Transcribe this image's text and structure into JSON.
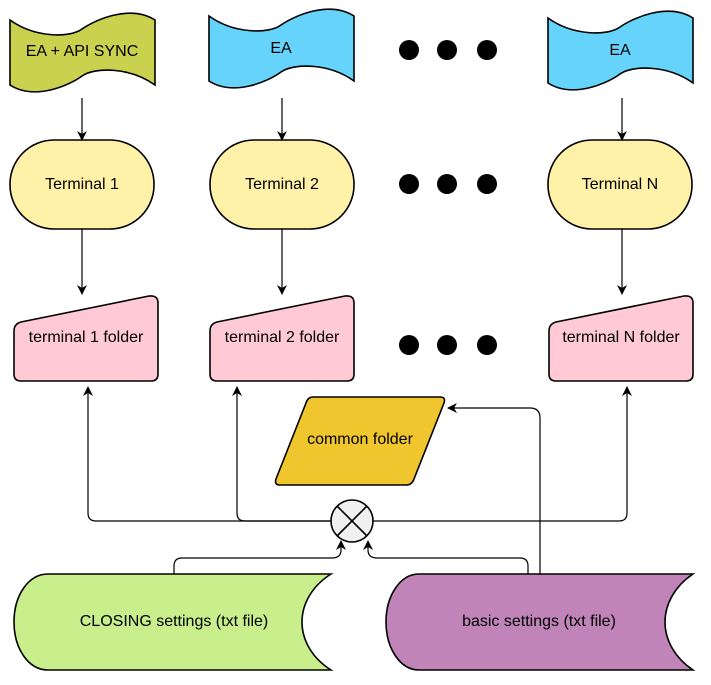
{
  "nodes": {
    "ea_api_sync": {
      "label": "EA + API SYNC",
      "fill": "#c9d14e"
    },
    "ea_2": {
      "label": "EA",
      "fill": "#66d3fa"
    },
    "ea_n": {
      "label": "EA",
      "fill": "#66d3fa"
    },
    "terminal_1": {
      "label": "Terminal 1",
      "fill": "#fff2a8"
    },
    "terminal_2": {
      "label": "Terminal 2",
      "fill": "#fff2a8"
    },
    "terminal_n": {
      "label": "Terminal N",
      "fill": "#fff2a8"
    },
    "terminal_1_folder": {
      "label": "terminal 1 folder",
      "fill": "#ffc9d6"
    },
    "terminal_2_folder": {
      "label": "terminal 2 folder",
      "fill": "#ffc9d6"
    },
    "terminal_n_folder": {
      "label": "terminal N folder",
      "fill": "#ffc9d6"
    },
    "common_folder": {
      "label": "common folder",
      "fill": "#f0c62e"
    },
    "closing_settings": {
      "label": "CLOSING settings (txt file)",
      "fill": "#c9ef8c"
    },
    "basic_settings": {
      "label": "basic settings (txt file)",
      "fill": "#c084b8"
    }
  },
  "junction": {
    "type": "or-junction",
    "fill": "#f0f0f0"
  },
  "ellipsis_rows": 3,
  "edges": [
    {
      "from": "ea_api_sync",
      "to": "terminal_1"
    },
    {
      "from": "ea_2",
      "to": "terminal_2"
    },
    {
      "from": "ea_n",
      "to": "terminal_n"
    },
    {
      "from": "terminal_1",
      "to": "terminal_1_folder"
    },
    {
      "from": "terminal_2",
      "to": "terminal_2_folder"
    },
    {
      "from": "terminal_n",
      "to": "terminal_n_folder"
    },
    {
      "from": "closing_settings",
      "to": "junction"
    },
    {
      "from": "basic_settings",
      "to": "junction"
    },
    {
      "from": "junction",
      "to": "terminal_1_folder"
    },
    {
      "from": "junction",
      "to": "terminal_2_folder"
    },
    {
      "from": "junction",
      "to": "terminal_n_folder"
    },
    {
      "from": "basic_settings",
      "to": "common_folder"
    }
  ]
}
